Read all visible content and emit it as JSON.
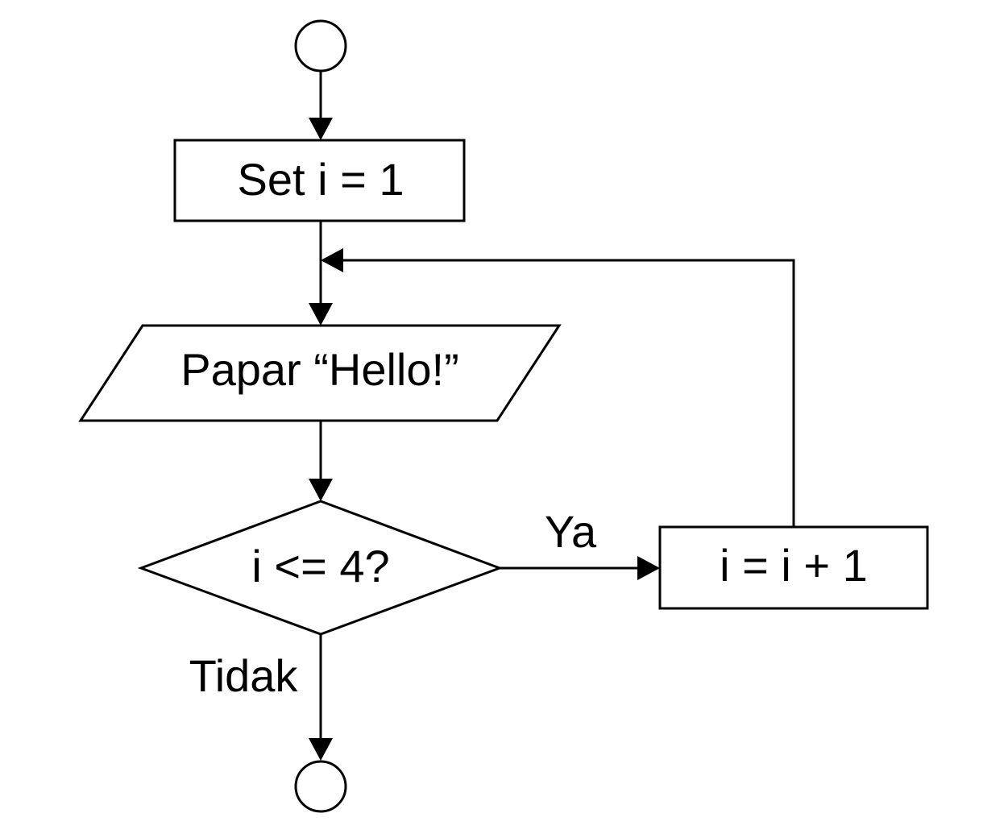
{
  "flowchart": {
    "nodes": {
      "start": {
        "shape": "circle",
        "text": ""
      },
      "set_i": {
        "shape": "process",
        "text": "Set i = 1"
      },
      "display": {
        "shape": "input-output",
        "text": "Papar “Hello!”"
      },
      "decision": {
        "shape": "decision",
        "text": "i <= 4?"
      },
      "increment": {
        "shape": "process",
        "text": "i = i + 1"
      },
      "end": {
        "shape": "circle",
        "text": ""
      }
    },
    "edge_labels": {
      "yes": "Ya",
      "no": "Tidak"
    },
    "colors": {
      "stroke": "#000000",
      "background": "#ffffff"
    }
  }
}
